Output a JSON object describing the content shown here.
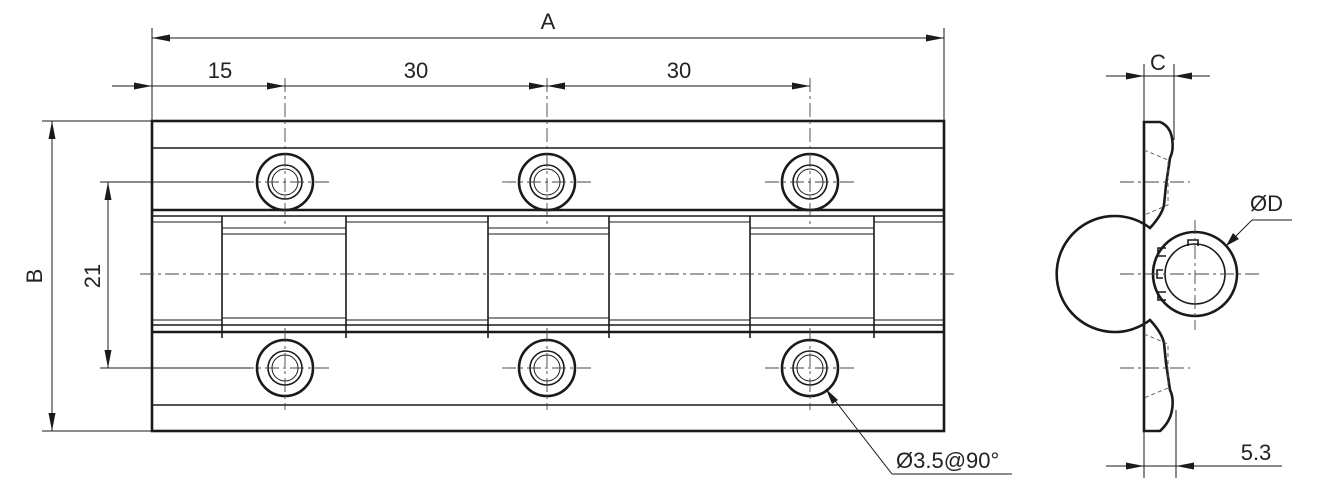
{
  "labels": {
    "dim_A": "A",
    "dim_B": "B",
    "dim_C": "C",
    "dim_D": "ØD",
    "dim_15": "15",
    "dim_30_first": "30",
    "dim_30_second": "30",
    "dim_21": "21",
    "dim_53": "5.3",
    "hole_note": "Ø3.5@90°"
  }
}
